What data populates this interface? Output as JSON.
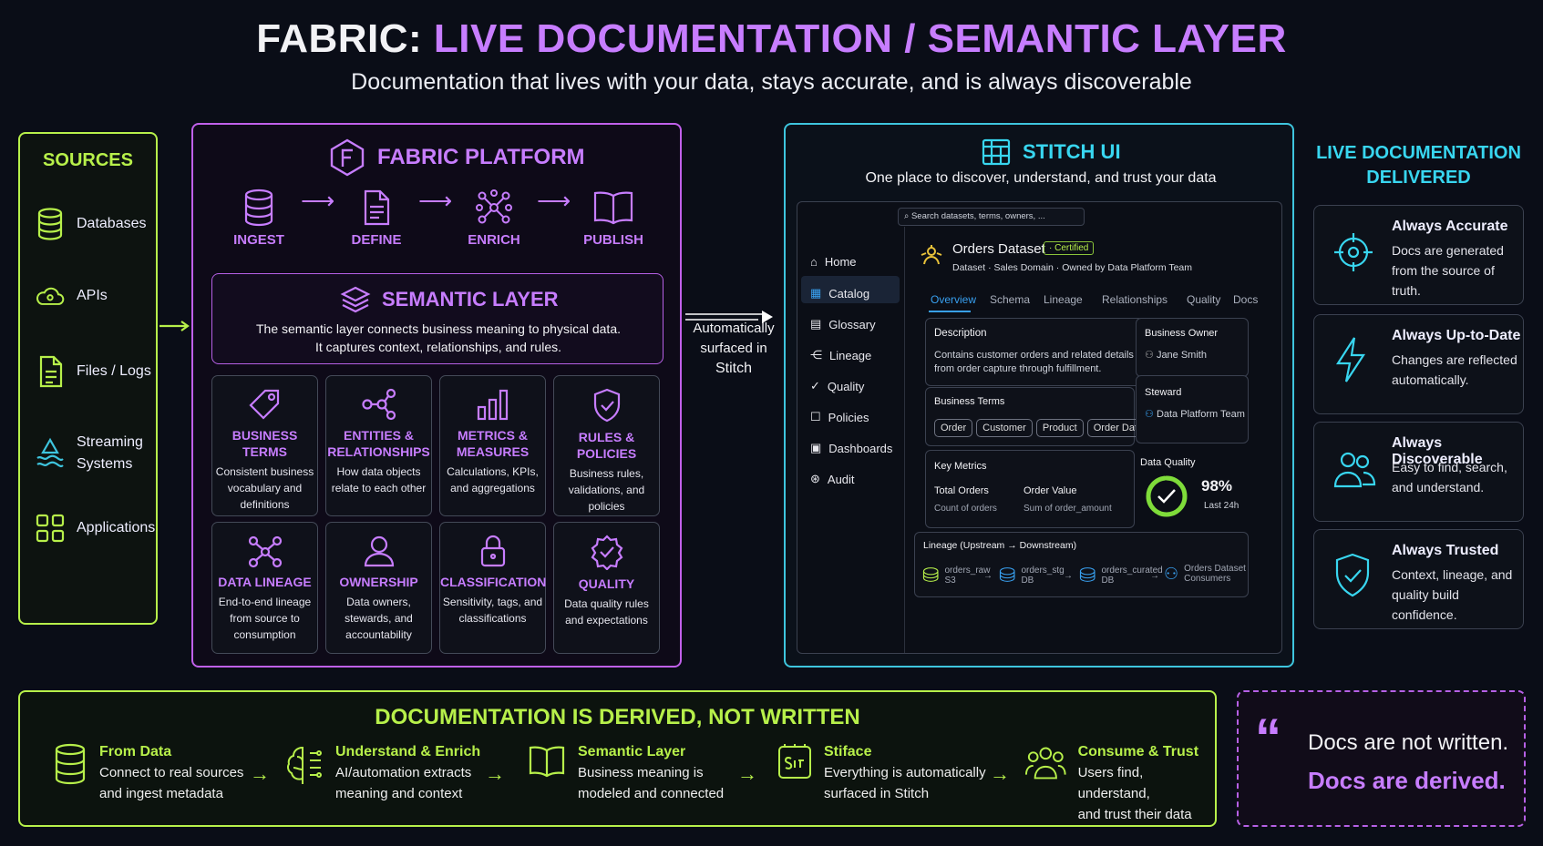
{
  "header": {
    "title_prefix": "FABRIC:",
    "title_main": "LIVE DOCUMENTATION / SEMANTIC LAYER",
    "subtitle": "Documentation that lives with your data, stays accurate, and is always discoverable"
  },
  "sources": {
    "title": "SOURCES",
    "items": [
      {
        "label": "Databases",
        "icon": "database-icon"
      },
      {
        "label": "APIs",
        "icon": "cloud-icon"
      },
      {
        "label": "Files / Logs",
        "icon": "file-icon"
      },
      {
        "label": "Streaming Systems",
        "icon": "stream-icon"
      },
      {
        "label": "Applications",
        "icon": "grid-icon"
      }
    ]
  },
  "fabric": {
    "title": "FABRIC PLATFORM",
    "steps": [
      "INGEST",
      "DEFINE",
      "ENRICH",
      "PUBLISH"
    ],
    "semantic": {
      "title": "SEMANTIC LAYER",
      "desc1": "The semantic layer connects business meaning to physical data.",
      "desc2": "It captures context, relationships, and rules."
    },
    "cards": [
      {
        "title": "BUSINESS TERMS",
        "desc": "Consistent business vocabulary and definitions"
      },
      {
        "title": "ENTITIES & RELATIONSHIPS",
        "desc": "How data objects relate to each other"
      },
      {
        "title": "METRICS & MEASURES",
        "desc": "Calculations, KPIs, and aggregations"
      },
      {
        "title": "RULES & POLICIES",
        "desc": "Business rules, validations, and policies"
      },
      {
        "title": "DATA LINEAGE",
        "desc": "End-to-end lineage from source to consumption"
      },
      {
        "title": "OWNERSHIP",
        "desc": "Data owners, stewards, and accountability"
      },
      {
        "title": "CLASSIFICATION",
        "desc": "Sensitivity, tags, and classifications"
      },
      {
        "title": "QUALITY",
        "desc": "Data quality rules and expectations"
      }
    ]
  },
  "connector": {
    "line1": "Automatically",
    "line2": "surfaced in",
    "line3": "Stitch"
  },
  "stitch": {
    "title": "STITCH UI",
    "subtitle": "One place to discover, understand, and trust your data",
    "search_placeholder": "Search datasets, terms, owners, ...",
    "nav": [
      "Home",
      "Catalog",
      "Glossary",
      "Lineage",
      "Quality",
      "Policies",
      "Dashboards",
      "Audit"
    ],
    "dataset": {
      "name": "Orders Dataset",
      "badge": "· Certified",
      "meta": "Dataset  ·  Sales Domain  ·  Owned by Data Platform Team"
    },
    "tabs": [
      "Overview",
      "Schema",
      "Lineage",
      "Relationships",
      "Quality",
      "Docs"
    ],
    "description": {
      "label": "Description",
      "text1": "Contains customer orders and related details",
      "text2": "from order capture through fulfillment."
    },
    "business_owner": {
      "label": "Business Owner",
      "name": "Jane Smith"
    },
    "steward": {
      "label": "Steward",
      "name": "Data Platform Team"
    },
    "terms": {
      "label": "Business Terms",
      "chips": [
        "Order",
        "Customer",
        "Product",
        "Order Date",
        "···"
      ]
    },
    "metrics": {
      "label": "Key Metrics",
      "m1_name": "Total Orders",
      "m1_desc": "Count of orders",
      "m2_name": "Order Value",
      "m2_desc": "Sum of order_amount"
    },
    "quality": {
      "label": "Data Quality",
      "value": "98%",
      "fraction": 0.98,
      "period": "Last 24h"
    },
    "lineage": {
      "label": "Lineage (Upstream → Downstream)",
      "nodes": [
        {
          "name": "orders_raw",
          "sub": "S3"
        },
        {
          "name": "orders_stg",
          "sub": "DB"
        },
        {
          "name": "orders_curated",
          "sub": "DB"
        },
        {
          "name": "Orders Dataset",
          "sub": "Consumers"
        }
      ]
    }
  },
  "live": {
    "title1": "LIVE DOCUMENTATION",
    "title2": "DELIVERED",
    "cards": [
      {
        "title": "Always Accurate",
        "desc": "Docs are generated from the source of truth."
      },
      {
        "title": "Always Up-to-Date",
        "desc": "Changes are reflected automatically."
      },
      {
        "title": "Always Discoverable",
        "desc": "Easy to find, search, and understand."
      },
      {
        "title": "Always Trusted",
        "desc": "Context, lineage, and quality build confidence."
      }
    ]
  },
  "bottom": {
    "title": "DOCUMENTATION IS DERIVED, NOT WRITTEN",
    "steps": [
      {
        "title": "From Data",
        "line1": "Connect to real sources",
        "line2": "and ingest metadata"
      },
      {
        "title": "Understand & Enrich",
        "line1": "AI/automation extracts",
        "line2": "meaning and context"
      },
      {
        "title": "Semantic Layer",
        "line1": "Business meaning is",
        "line2": "modeled and connected"
      },
      {
        "title": "Stiface",
        "line1": "Everything is automatically",
        "line2": "surfaced in Stitch"
      },
      {
        "title": "Consume & Trust",
        "line1": "Users find, understand,",
        "line2": "and trust their data"
      }
    ]
  },
  "quote": {
    "mark": "“",
    "line1": "Docs are not written.",
    "line2": "Docs are derived."
  }
}
